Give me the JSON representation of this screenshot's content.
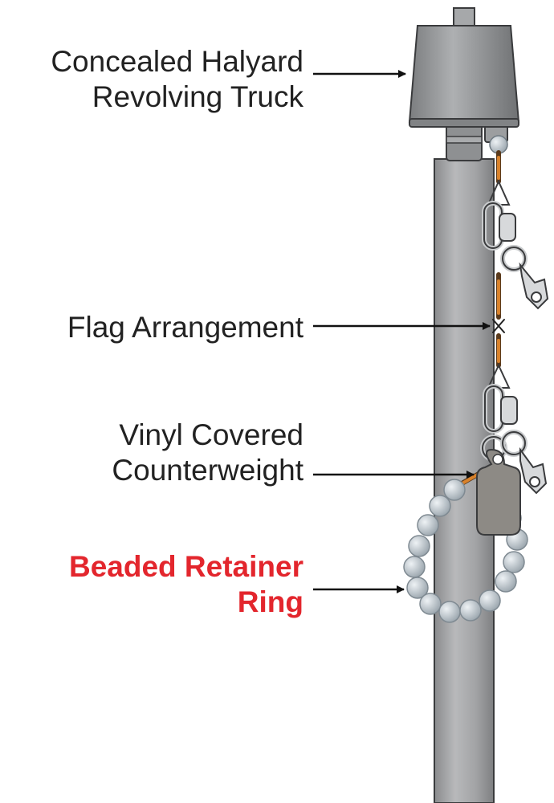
{
  "labels": {
    "truck": {
      "lines": [
        "Concealed Halyard",
        "Revolving Truck"
      ]
    },
    "flag": {
      "lines": [
        "Flag Arrangement"
      ]
    },
    "counterweight": {
      "lines": [
        "Vinyl Covered",
        "Counterweight"
      ]
    },
    "ring": {
      "lines": [
        "Beaded Retainer",
        "Ring"
      ],
      "color": "#e3262d"
    }
  },
  "colors": {
    "pole": "#9fa0a2",
    "truck": "#8e9092",
    "counterweight": "#8d8a85",
    "beads": "#bcc5cb",
    "halyard_sleeve": "#d9822b",
    "arrow": "#111111"
  }
}
